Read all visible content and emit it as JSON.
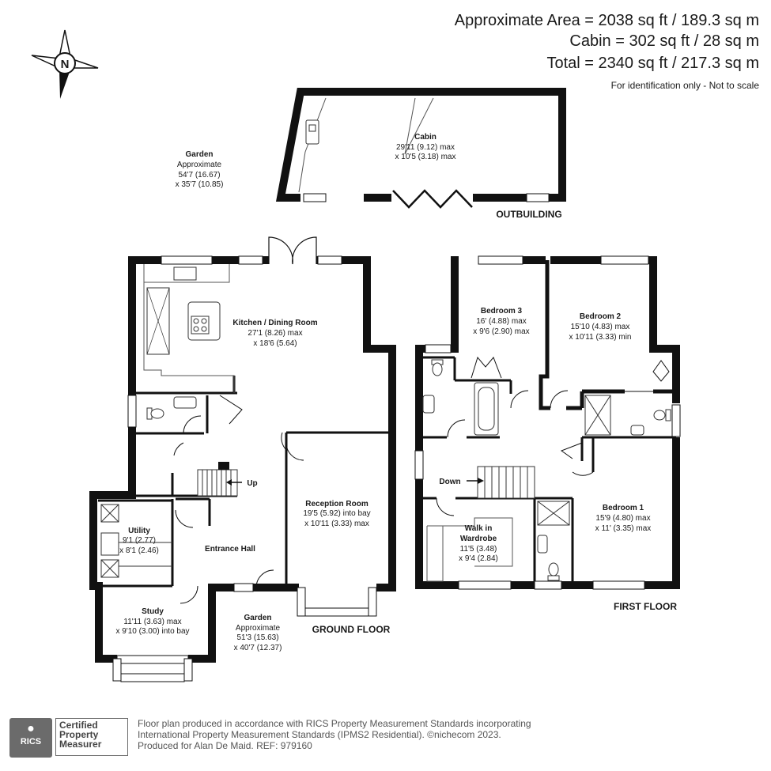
{
  "header": {
    "area_line": "Approximate Area = 2038 sq ft / 189.3 sq m",
    "cabin_line": "Cabin = 302 sq ft / 28 sq m",
    "total_line": "Total = 2340 sq ft / 217.3 sq m",
    "note": "For identification only - Not to scale"
  },
  "compass": {
    "label": "N"
  },
  "outbuilding": {
    "title": "OUTBUILDING",
    "cabin": {
      "name": "Cabin",
      "dim1": "29'11 (9.12) max",
      "dim2": "x 10'5 (3.18) max"
    }
  },
  "garden_top": {
    "name": "Garden",
    "line1": "Approximate",
    "line2": "54'7 (16.67)",
    "line3": "x 35'7 (10.85)"
  },
  "ground_floor": {
    "title": "GROUND FLOOR",
    "kitchen": {
      "name": "Kitchen / Dining Room",
      "dim1": "27'1 (8.26) max",
      "dim2": "x 18'6 (5.64)"
    },
    "reception": {
      "name": "Reception Room",
      "dim1": "19'5 (5.92) into bay",
      "dim2": "x 10'11 (3.33) max"
    },
    "utility": {
      "name": "Utility",
      "dim1": "9'1 (2.77)",
      "dim2": "x 8'1 (2.46)"
    },
    "hall": {
      "name": "Entrance Hall"
    },
    "study": {
      "name": "Study",
      "dim1": "11'11 (3.63) max",
      "dim2": "x 9'10 (3.00) into bay"
    },
    "stairs_label": "Up"
  },
  "garden_bottom": {
    "name": "Garden",
    "line1": "Approximate",
    "line2": "51'3 (15.63)",
    "line3": "x 40'7 (12.37)"
  },
  "first_floor": {
    "title": "FIRST FLOOR",
    "bedroom3": {
      "name": "Bedroom 3",
      "dim1": "16' (4.88) max",
      "dim2": "x 9'6 (2.90) max"
    },
    "bedroom2": {
      "name": "Bedroom 2",
      "dim1": "15'10 (4.83) max",
      "dim2": "x 10'11 (3.33) min"
    },
    "bedroom1": {
      "name": "Bedroom 1",
      "dim1": "15'9 (4.80) max",
      "dim2": "x 11' (3.35) max"
    },
    "wardrobe": {
      "name1": "Walk in",
      "name2": "Wardrobe",
      "dim1": "11'5 (3.48)",
      "dim2": "x 9'4 (2.84)"
    },
    "stairs_label": "Down"
  },
  "footer": {
    "badge_brand": "RICS",
    "badge_line1": "Certified",
    "badge_line2": "Property",
    "badge_line3": "Measurer",
    "line1": "Floor plan produced in accordance with RICS Property Measurement Standards incorporating",
    "line2": "International Property Measurement Standards (IPMS2 Residential).  ©nichecom 2023.",
    "line3": "Produced for Alan De Maid.   REF: 979160"
  }
}
